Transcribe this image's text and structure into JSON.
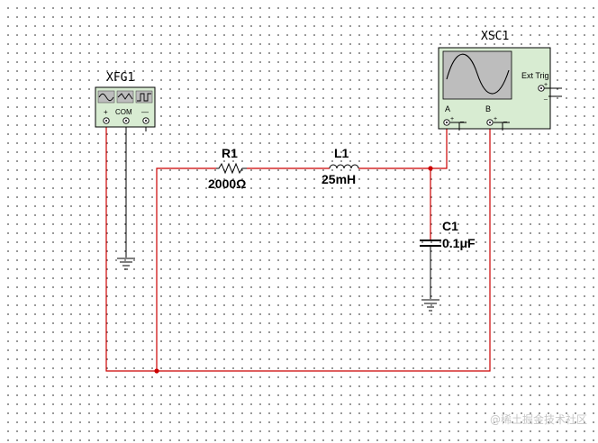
{
  "components": {
    "function_generator": {
      "ref": "XFG1",
      "terminals": {
        "plus": "+",
        "com": "COM",
        "minus": "—"
      }
    },
    "oscilloscope": {
      "ref": "XSC1",
      "ext_trig": "Ext Trig",
      "channel_a": "A",
      "channel_b": "B",
      "plus": "+",
      "minus": "_"
    },
    "resistor": {
      "ref": "R1",
      "value": "2000Ω"
    },
    "inductor": {
      "ref": "L1",
      "value": "25mH"
    },
    "capacitor": {
      "ref": "C1",
      "value": "0.1μF"
    }
  },
  "colors": {
    "wire": "#cc0000",
    "instrument_body": "#d8ecd2",
    "screen": "#bdbdbd",
    "component": "#000000"
  },
  "watermark": "@稀土掘金技术社区"
}
